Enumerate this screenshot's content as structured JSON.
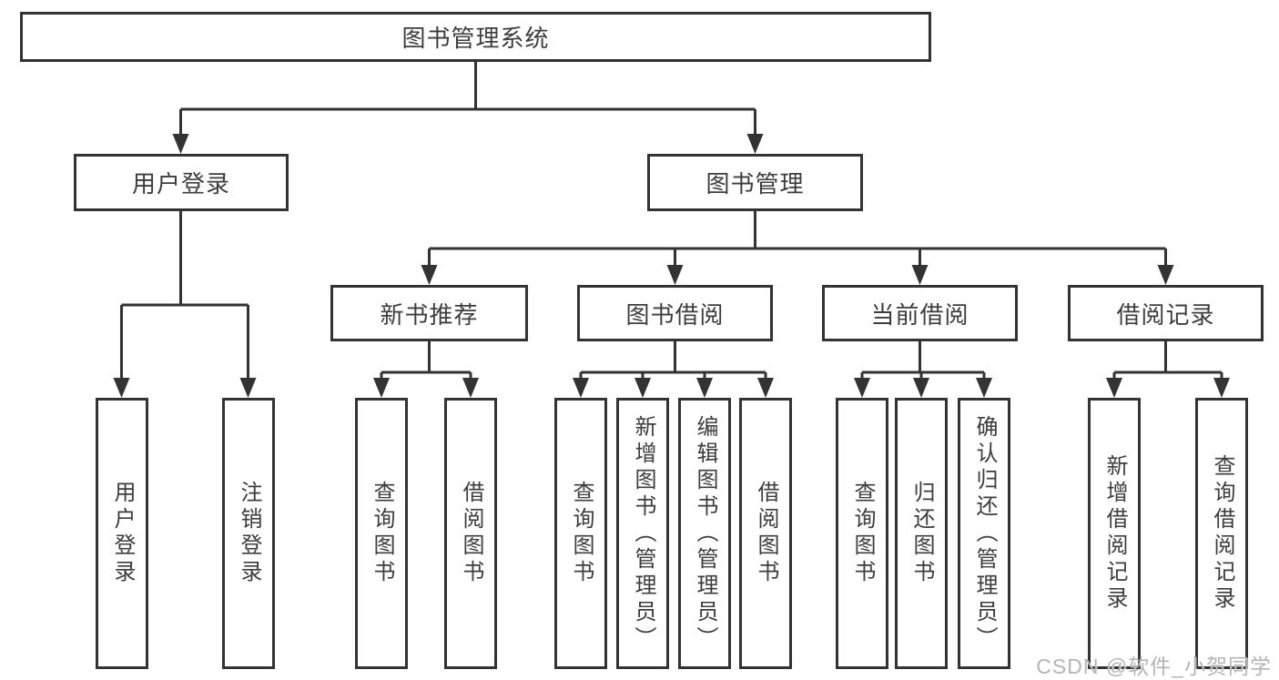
{
  "tree": {
    "root": {
      "label": "图书管理系统"
    },
    "branches": [
      {
        "label": "用户登录",
        "children": [
          {
            "label": "用户登录"
          },
          {
            "label": "注销登录"
          }
        ]
      },
      {
        "label": "图书管理",
        "groups": [
          {
            "label": "新书推荐",
            "children": [
              {
                "label": "查询图书"
              },
              {
                "label": "借阅图书"
              }
            ]
          },
          {
            "label": "图书借阅",
            "children": [
              {
                "label": "查询图书"
              },
              {
                "label": "新增图书（管理员）"
              },
              {
                "label": "编辑图书（管理员）"
              },
              {
                "label": "借阅图书"
              }
            ]
          },
          {
            "label": "当前借阅",
            "children": [
              {
                "label": "查询图书"
              },
              {
                "label": "归还图书"
              },
              {
                "label": "确认归还（管理员）"
              }
            ]
          },
          {
            "label": "借阅记录",
            "children": [
              {
                "label": "新增借阅记录"
              },
              {
                "label": "查询借阅记录"
              }
            ]
          }
        ]
      }
    ]
  },
  "watermark": "CSDN @软件_小贺同学",
  "colors": {
    "line": "#333333",
    "box_border": "#333333",
    "box_fill": "#ffffff",
    "text": "#3d3d3d",
    "watermark": "#b5b5b5",
    "background": "#ffffff"
  }
}
